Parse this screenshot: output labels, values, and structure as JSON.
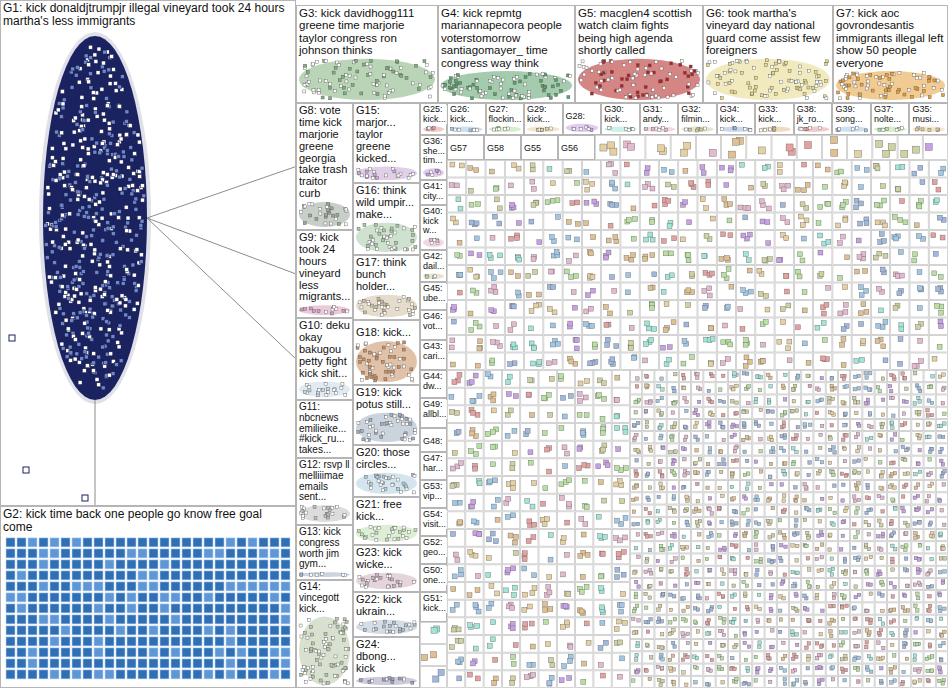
{
  "diagram": {
    "nodes": [
      {
        "text": [
          "G1: kick donaldjtrumpjr illegal vineyard took 24 hours martha's less immigrants"
        ]
      },
      {
        "text": [
          "G2: kick time back one people go know free goal come"
        ]
      },
      {
        "text": [
          "G3: kick davidhogg111 greene time marjorie taylor congress ron johnson thinks"
        ]
      },
      {
        "text": [
          "G4: kick repmtg mariannapecora people voterstomorrow santiagomayer_ time congress way think"
        ]
      },
      {
        "text": [
          "G5: macglen4 scottish watch claim fights being high agenda shortly called"
        ]
      },
      {
        "text": [
          "G6: took martha's vineyard day national guard come assist few foreigners"
        ]
      },
      {
        "text": [
          "G7: kick aoc govrondesantis immigrants illegal left show 50 people everyone"
        ]
      },
      {
        "text": [
          "G8: vote time kick marjorie greene georgia take trash traitor curb"
        ]
      },
      {
        "text": [
          "G9: kick took 24 hours vineyard less migrants..."
        ]
      },
      {
        "text": [
          "G10: deku okay bakugou petty fight kick shit..."
        ]
      },
      {
        "text": [
          "G11: nbcnews emilieike... #kick_ru... takes..."
        ]
      },
      {
        "text": [
          "G12: rsvp ll melliiimae emails sent..."
        ]
      },
      {
        "text": [
          "G13: kick congress worth jim gym..."
        ]
      },
      {
        "text": [
          "G14: vincegott kick..."
        ]
      },
      {
        "text": [
          "G15: marjor... taylor greene kicked..."
        ]
      },
      {
        "text": [
          "G16: think wild umpir... make..."
        ]
      },
      {
        "text": [
          "G17: think bunch holder..."
        ]
      },
      {
        "text": [
          "G18: kick..."
        ]
      },
      {
        "text": [
          "G19: kick potus still..."
        ]
      },
      {
        "text": [
          "G20: those circles..."
        ]
      },
      {
        "text": [
          "G21: free kick..."
        ]
      },
      {
        "text": [
          "G23: kick wicke..."
        ]
      },
      {
        "text": [
          "G22: kick ukrain..."
        ]
      },
      {
        "text": [
          "G24: dbong... kick"
        ]
      },
      {
        "text": [
          "G25: kick..."
        ]
      },
      {
        "text": [
          "G26: kick..."
        ]
      },
      {
        "text": [
          "G27: flockin..."
        ]
      },
      {
        "text": [
          "G29: kick..."
        ]
      },
      {
        "text": [
          "G28:"
        ]
      },
      {
        "text": [
          "G30: kick..."
        ]
      },
      {
        "text": [
          "G31: andy..."
        ]
      },
      {
        "text": [
          "G32: filmin..."
        ]
      },
      {
        "text": [
          "G34: kick..."
        ]
      },
      {
        "text": [
          "G33: kick..."
        ]
      },
      {
        "text": [
          "G38: jk_ro..."
        ]
      },
      {
        "text": [
          "G39: song..."
        ]
      },
      {
        "text": [
          "G37: nolte..."
        ]
      },
      {
        "text": [
          "G35: musi..."
        ]
      },
      {
        "text": [
          "G36: she... tim..."
        ]
      },
      {
        "text": [
          "G41: city..."
        ]
      },
      {
        "text": [
          "G40: kick w..."
        ]
      },
      {
        "text": [
          "G42: dail..."
        ]
      },
      {
        "text": [
          "G45: ube..."
        ]
      },
      {
        "text": [
          "G46: vot..."
        ]
      },
      {
        "text": [
          "G43: cari..."
        ]
      },
      {
        "text": [
          "G44: dw..."
        ]
      },
      {
        "text": [
          "G49: allbl..."
        ]
      },
      {
        "text": [
          "G48:"
        ]
      },
      {
        "text": [
          "G47: har..."
        ]
      },
      {
        "text": [
          "G53: vip..."
        ]
      },
      {
        "text": [
          "G54: visit..."
        ]
      },
      {
        "text": [
          "G52: geo..."
        ]
      },
      {
        "text": [
          "G50: one..."
        ]
      },
      {
        "text": [
          "G51: kick..."
        ]
      },
      {
        "text": [
          "G57"
        ]
      },
      {
        "text": [
          "G58"
        ]
      },
      {
        "text": [
          "G55"
        ]
      },
      {
        "text": [
          "G56"
        ]
      }
    ],
    "edges": [
      {
        "from": 0,
        "to": 7,
        "arrow": "none"
      },
      {
        "from": 0,
        "to": 8,
        "arrow": "none"
      },
      {
        "from": 0,
        "to": 9,
        "arrow": "none"
      },
      {
        "from": 0,
        "to": 1,
        "arrow": "none"
      }
    ]
  }
}
